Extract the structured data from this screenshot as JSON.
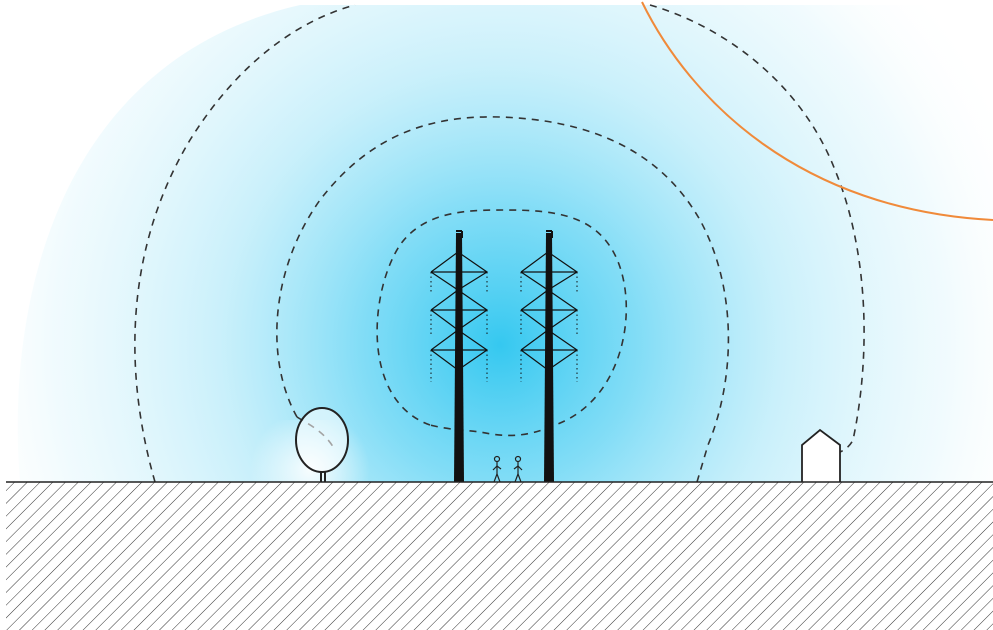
{
  "diagram": {
    "field_color": "#35c8f0",
    "contour_color": "#333333",
    "arc_color": "#f08a3a",
    "ground_color": "#222222",
    "field_contour_count": 3,
    "pylon_count": 2,
    "people_count": 2,
    "elements": [
      "tree",
      "house"
    ]
  }
}
